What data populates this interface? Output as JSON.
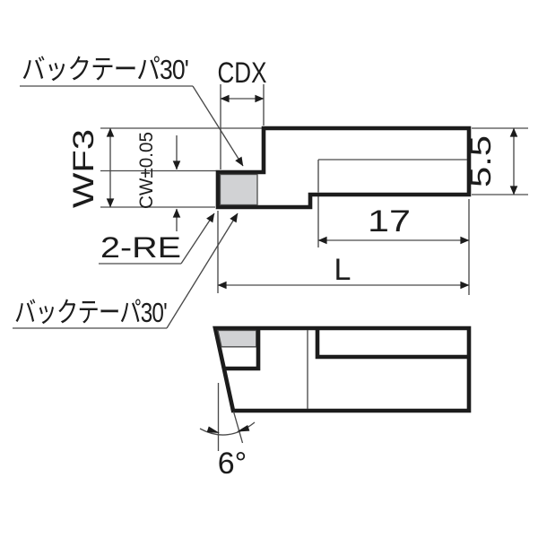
{
  "drawing": {
    "type": "technical-drawing-tool-bit",
    "labels": {
      "back_taper_top": "バックテーパ30'",
      "cdx": "CDX",
      "wf": "WF3",
      "cw_tolerance": "CW±0.05",
      "corner_radius": "2-RE",
      "back_taper_bottom": "バックテーパ30'",
      "shank_height": "5.5",
      "flat_length": "17",
      "overall_length": "L",
      "side_cutting_angle": "6°"
    },
    "colors": {
      "line": "#1c1c1c",
      "thin_line": "#4a4a4a",
      "text": "#1c1c1c",
      "insert_fill": "#d1d2d4",
      "background": "#ffffff"
    }
  }
}
